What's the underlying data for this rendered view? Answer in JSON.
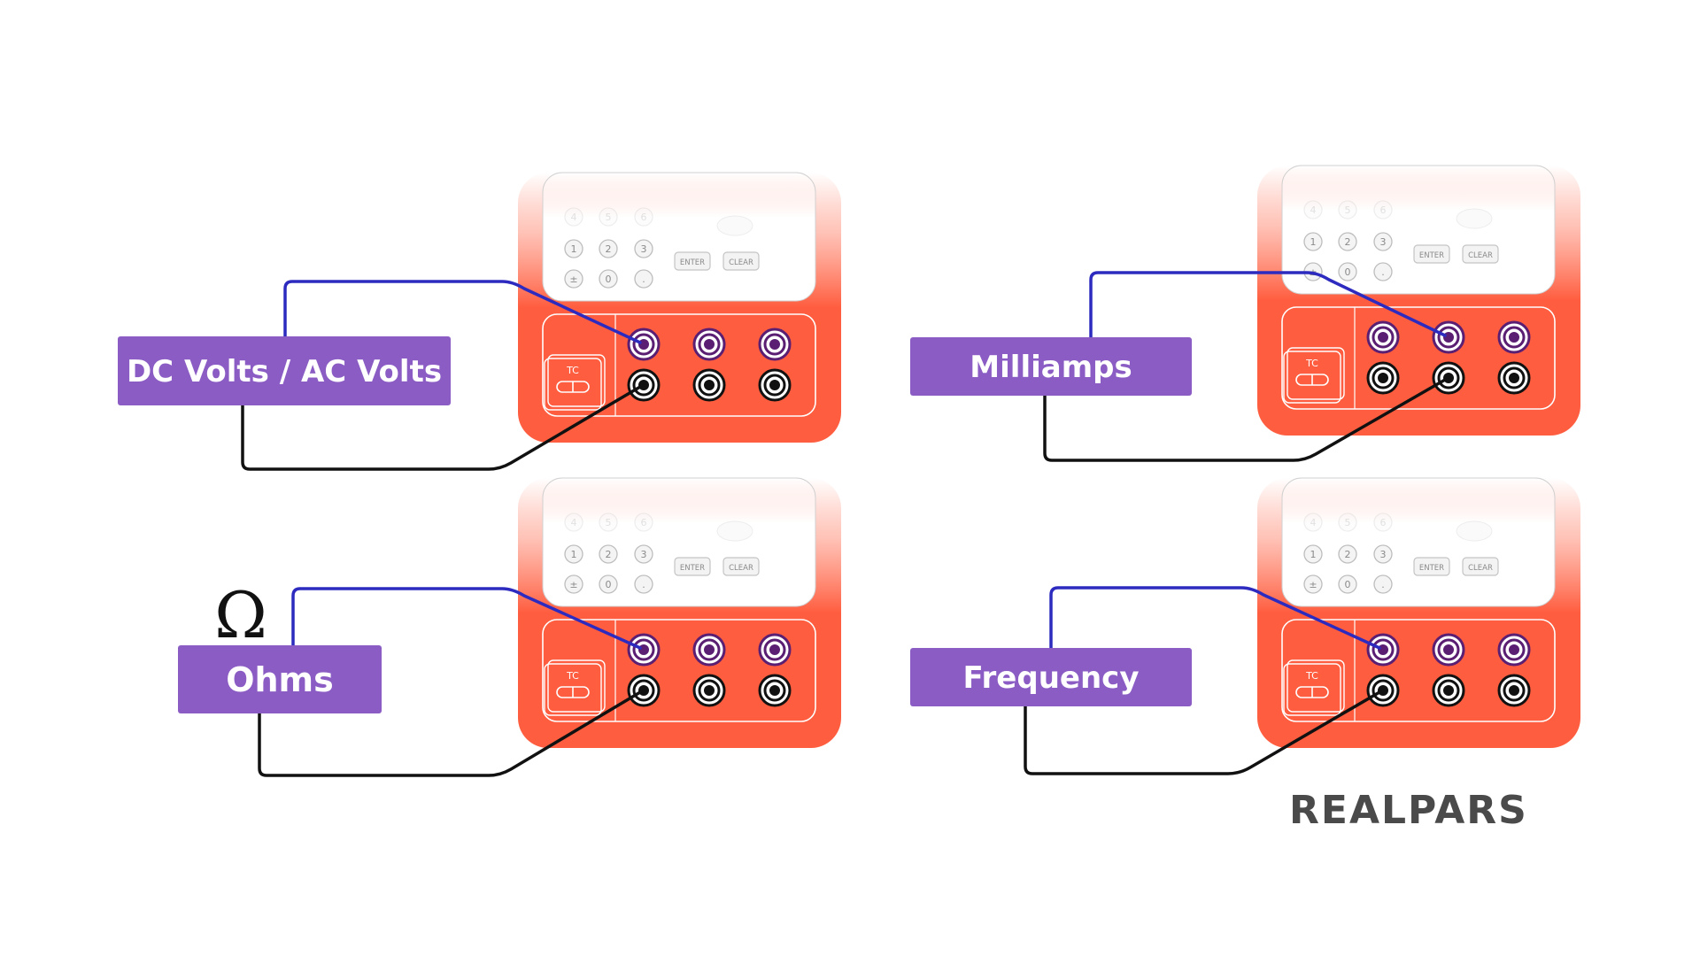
{
  "colors": {
    "label_bg": "#8a5cc4",
    "label_text": "#ffffff",
    "device_orange": "#ff5d3f",
    "wire_positive": "#2d2bbf",
    "wire_common": "#111111",
    "jack_purple": "#5a1e72",
    "jack_black": "#111111",
    "logo": "#4a4a4a"
  },
  "keypad": {
    "keys_row1": [
      "4",
      "5",
      "6"
    ],
    "keys_row2": [
      "1",
      "2",
      "3"
    ],
    "keys_row3": [
      "±",
      "0",
      "."
    ],
    "enter_label": "ENTER",
    "clear_label": "CLEAR",
    "tc_label": "TC"
  },
  "panels": [
    {
      "id": "dc-ac-volts",
      "label": "DC Volts / AC Volts",
      "symbol": "",
      "positive_jack": 1,
      "common_jack": 1
    },
    {
      "id": "milliamps",
      "label": "Milliamps",
      "symbol": "",
      "positive_jack": 2,
      "common_jack": 2
    },
    {
      "id": "ohms",
      "label": "Ohms",
      "symbol": "Ω",
      "positive_jack": 1,
      "common_jack": 1
    },
    {
      "id": "frequency",
      "label": "Frequency",
      "symbol": "",
      "positive_jack": 1,
      "common_jack": 1
    }
  ],
  "logo": {
    "text": "REALPARS"
  }
}
